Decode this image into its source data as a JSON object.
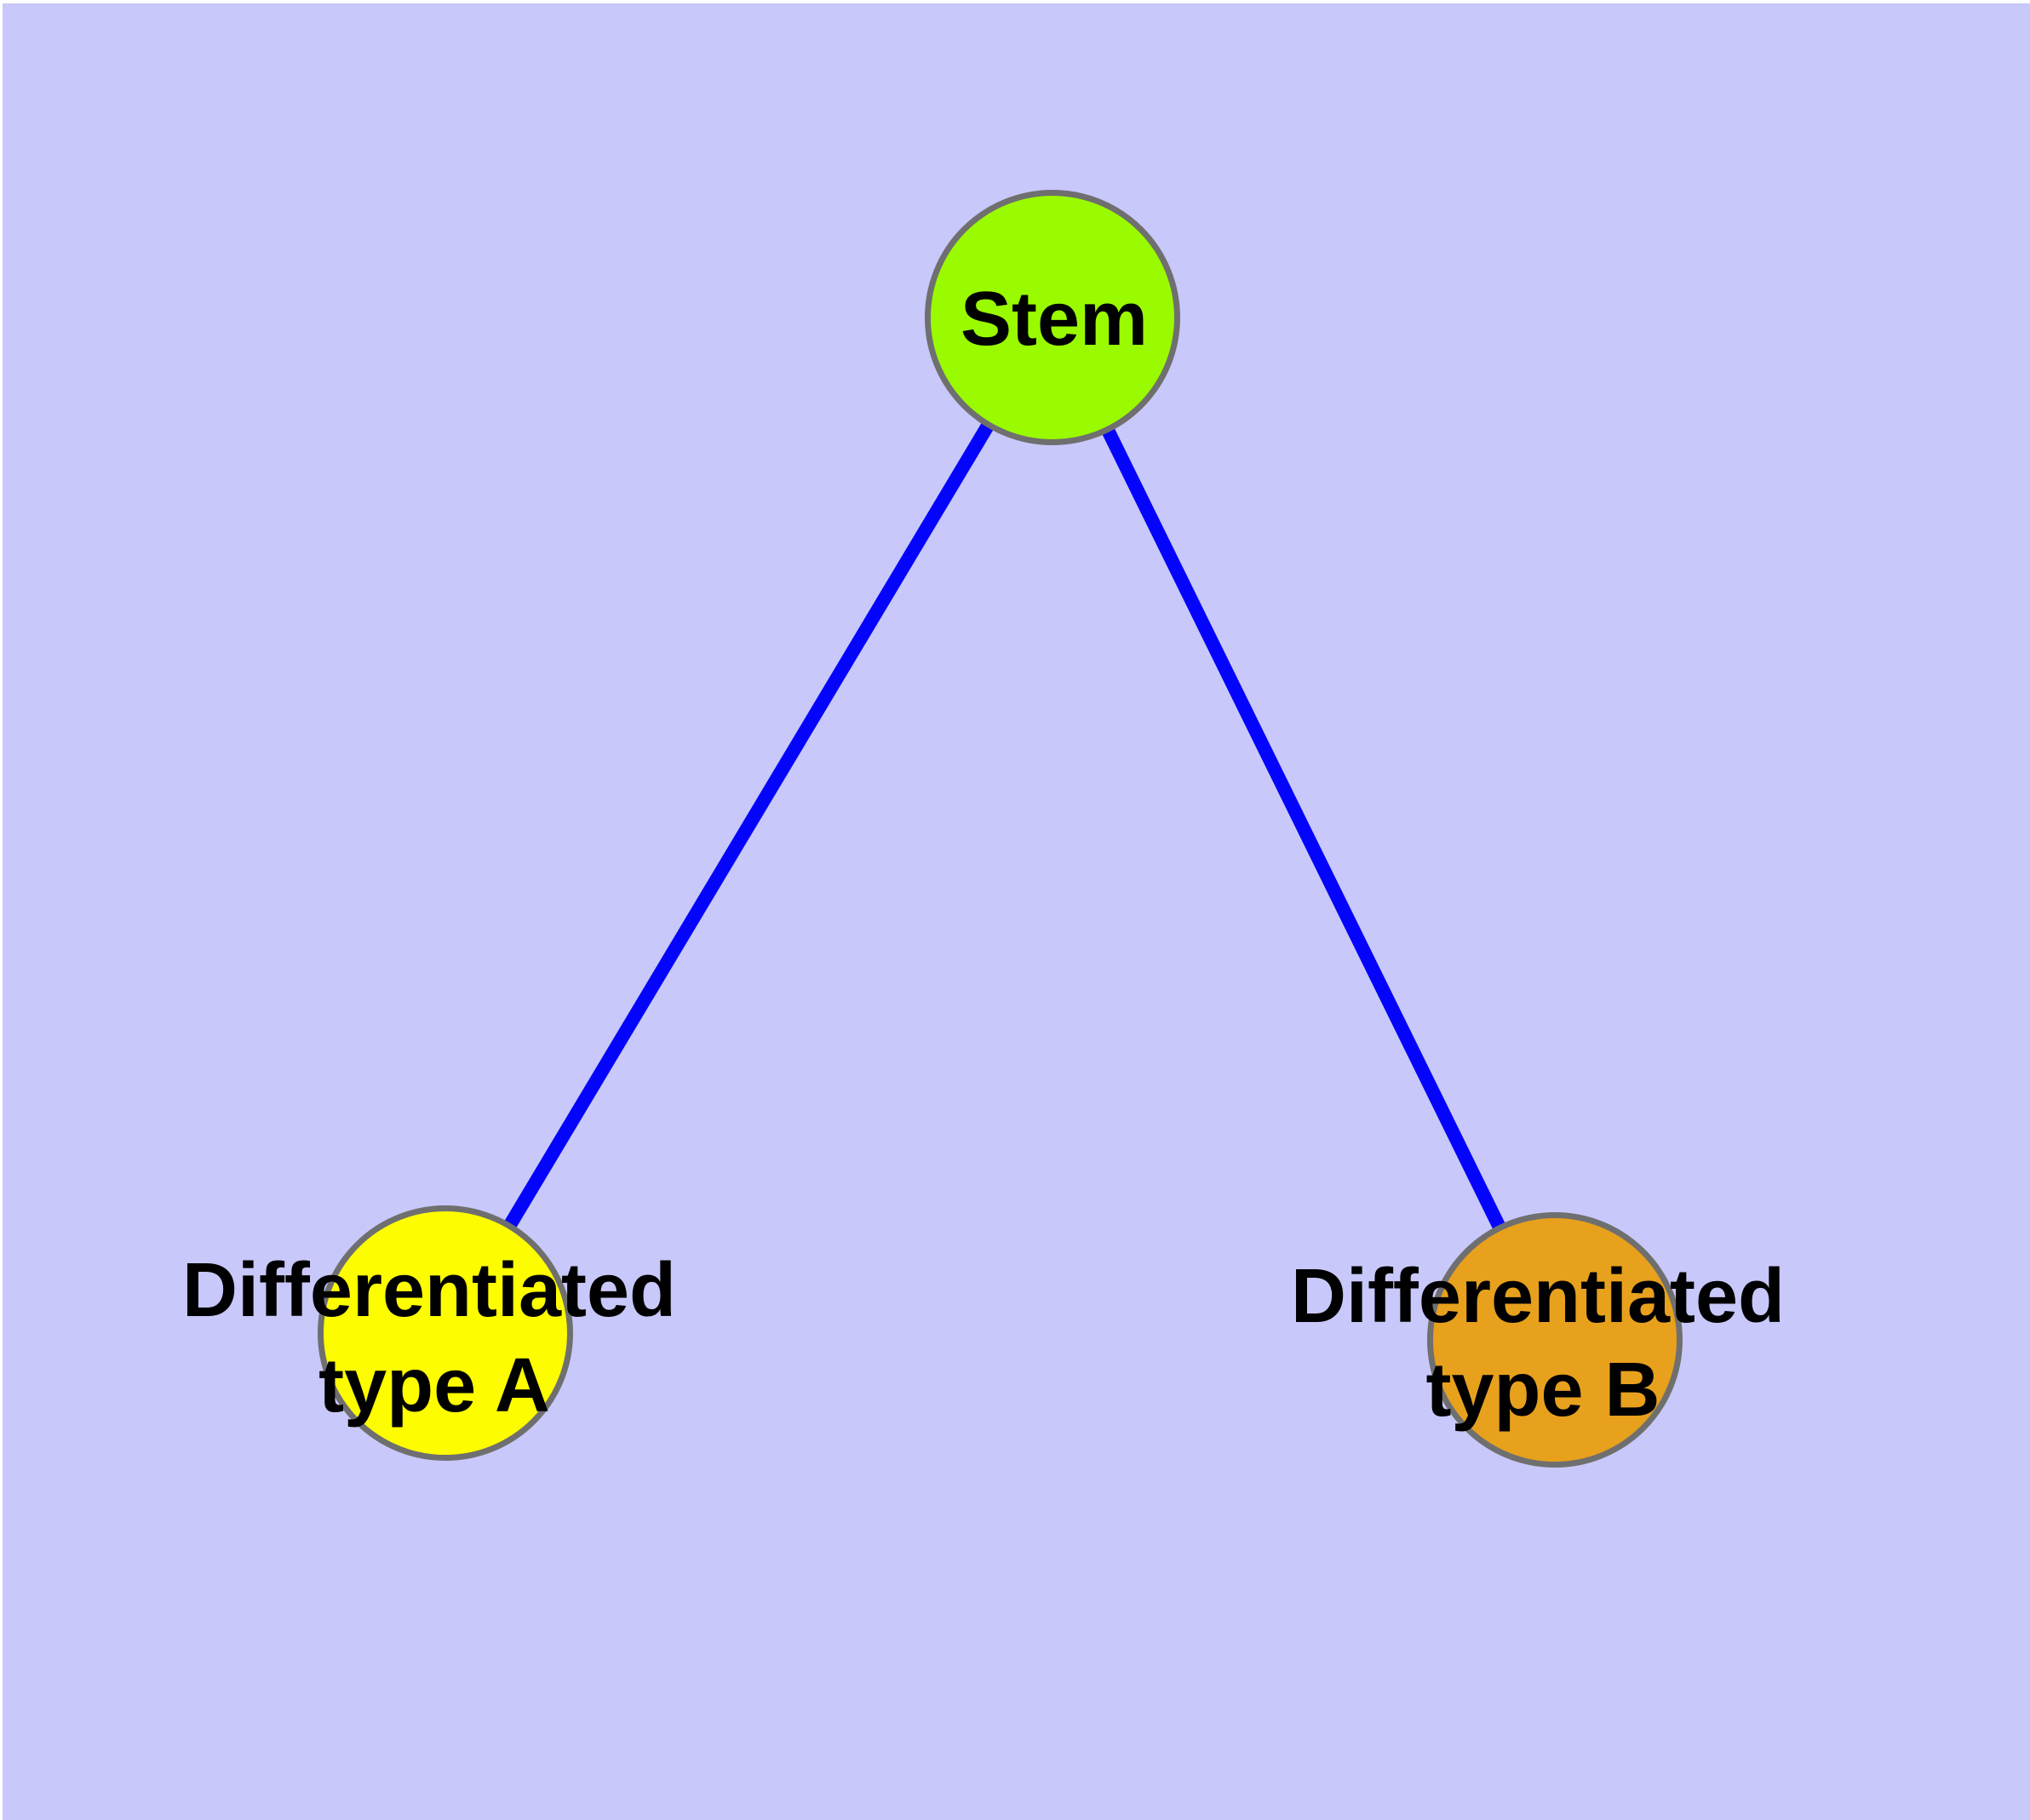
{
  "diagram": {
    "type": "graph",
    "background_color": "#c8c8fa",
    "page_color": "#ffffff",
    "edge_color": "#0404fc",
    "node_border_color": "#6f6f6f",
    "label_color": "#000000",
    "nodes": [
      {
        "id": "stem",
        "label": "Stem",
        "fill": "#9afb00"
      },
      {
        "id": "differentiated-type-a",
        "label_line1": "Differentiated",
        "label_line2": "type A",
        "fill": "#fdfd00"
      },
      {
        "id": "differentiated-type-b",
        "label_line1": "Differentiated",
        "label_line2": "type B",
        "fill": "#e8a11d"
      }
    ],
    "edges": [
      {
        "from": "stem",
        "to": "differentiated-type-a"
      },
      {
        "from": "stem",
        "to": "differentiated-type-b"
      }
    ]
  }
}
